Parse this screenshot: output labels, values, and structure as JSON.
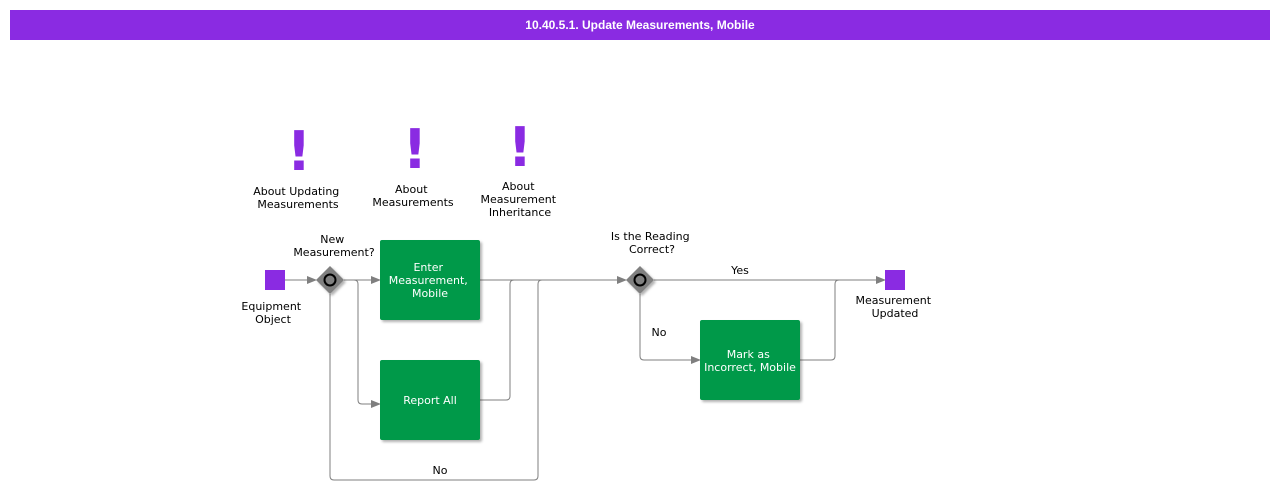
{
  "title": "10.40.5.1. Update Measurements, Mobile",
  "colors": {
    "title_bar": "#8a2be2",
    "event": "#8a2be2",
    "task": "#00994a",
    "gateway": "#808080",
    "flow_line": "#7f7f7f",
    "note_mark": "#8a2be2"
  },
  "notes": [
    {
      "icon": "exclamation-icon",
      "mark": "!",
      "lines": [
        "About Updating",
        "Measurements"
      ]
    },
    {
      "icon": "exclamation-icon",
      "mark": "!",
      "lines": [
        "About",
        "Measurements"
      ]
    },
    {
      "icon": "exclamation-icon",
      "mark": "!",
      "lines": [
        "About",
        "Measurement",
        "Inheritance"
      ]
    }
  ],
  "events": {
    "start": {
      "lines": [
        "Equipment",
        "Object"
      ]
    },
    "end": {
      "lines": [
        "Measurement",
        "Updated"
      ]
    }
  },
  "gateways": [
    {
      "lines": [
        "New",
        "Measurement?"
      ]
    },
    {
      "lines": [
        "Is the Reading",
        "Correct?"
      ]
    }
  ],
  "tasks": [
    {
      "lines": [
        "Enter",
        "Measurement,",
        "Mobile"
      ]
    },
    {
      "lines": [
        "Report All"
      ]
    },
    {
      "lines": [
        "Mark as",
        "Incorrect, Mobile"
      ]
    }
  ],
  "flow_labels": {
    "yes": "Yes",
    "no_gateway2": "No",
    "no_gateway1": "No"
  }
}
